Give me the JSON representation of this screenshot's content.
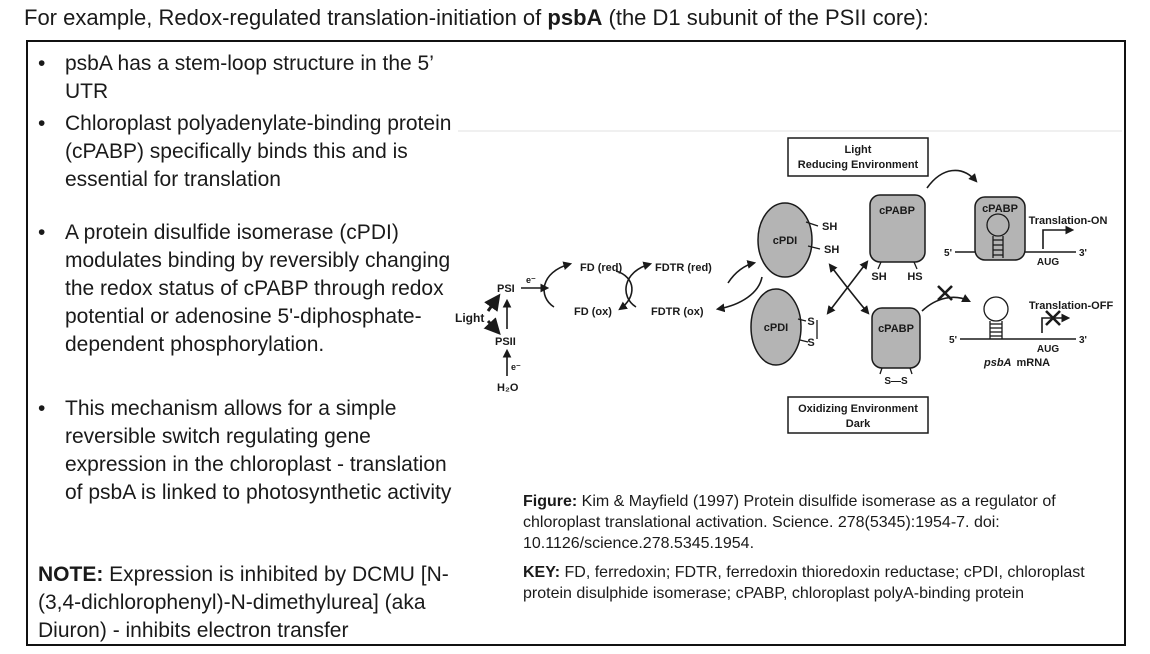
{
  "slide": {
    "title": {
      "prefix": "For example, Redox-regulated translation-initiation of ",
      "bold": "psbA",
      "suffix": " (the D1 subunit of the PSII core):"
    },
    "bullet_char": "•",
    "bullets": [
      "psbA has a stem-loop structure in the 5’ UTR",
      "Chloroplast polyadenylate-binding protein (cPABP) specifically binds this and is essential for translation",
      "A protein disulfide isomerase (cPDI) modulates binding by reversibly changing the redox status of cPABP through redox potential or adenosine 5'-diphosphate-dependent phosphorylation.",
      "This mechanism allows for a simple reversible switch regulating gene expression in the chloroplast - translation of psbA is linked to photosynthetic activity"
    ],
    "note": {
      "label": "NOTE:",
      "text": "Expression is inhibited by DCMU [N-(3,4-dichlorophenyl)-N-dimethylurea] (aka Diuron) - inhibits electron transfer"
    },
    "caption": {
      "label": "Figure:",
      "text": "Kim & Mayfield (1997) Protein disulfide isomerase as a regulator of chloroplast translational activation. Science. 278(5345):1954-7. doi: 10.1126/science.278.5345.1954."
    },
    "key": {
      "label": "KEY:",
      "text": "FD, ferredoxin; FDTR, ferredoxin thioredoxin reductase; cPDI, chloroplast protein disulphide isomerase; cPABP, chloroplast polyA-binding protein"
    }
  },
  "figure": {
    "env_light_line1": "Light",
    "env_light_line2": "Reducing Environment",
    "env_dark_line1": "Oxidizing Environment",
    "env_dark_line2": "Dark",
    "labels": {
      "light": "Light",
      "psi": "PSI",
      "psii": "PSII",
      "h2o": "H₂O",
      "electron": "e⁻",
      "fd_red": "FD (red)",
      "fd_ox": "FD (ox)",
      "fdtr_red": "FDTR (red)",
      "fdtr_ox": "FDTR (ox)",
      "cpdi": "cPDI",
      "cpabp": "cPABP",
      "sh": "SH",
      "hs": "HS",
      "s": "S",
      "s_s": "S—S",
      "five_prime": "5'",
      "three_prime": "3'",
      "aug": "AUG",
      "translation_on": "Translation-ON",
      "translation_off": "Translation-OFF",
      "psba": "psbA",
      "mrna": "mRNA"
    },
    "colors": {
      "blob_fill": "#b4b4b4",
      "stroke": "#1a1a1a"
    }
  }
}
